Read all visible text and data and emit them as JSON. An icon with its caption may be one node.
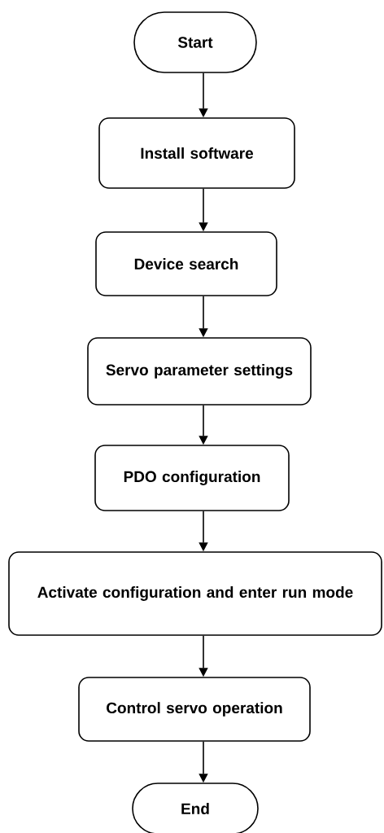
{
  "diagram": {
    "nodes": [
      {
        "text": [
          "Start"
        ]
      },
      {
        "text": [
          "Install software"
        ]
      },
      {
        "text": [
          "Device search"
        ]
      },
      {
        "text": [
          "Servo parameter settings"
        ]
      },
      {
        "text": [
          "PDO configuration"
        ]
      },
      {
        "text": [
          "Activate configuration and enter run mode"
        ]
      },
      {
        "text": [
          "Control servo operation"
        ]
      },
      {
        "text": [
          "End"
        ]
      }
    ],
    "edges": [
      {
        "from": 0,
        "to": 1,
        "arrow": "to"
      },
      {
        "from": 1,
        "to": 2,
        "arrow": "to"
      },
      {
        "from": 2,
        "to": 3,
        "arrow": "to"
      },
      {
        "from": 3,
        "to": 4,
        "arrow": "to"
      },
      {
        "from": 4,
        "to": 5,
        "arrow": "to"
      },
      {
        "from": 5,
        "to": 6,
        "arrow": "to"
      },
      {
        "from": 6,
        "to": 7,
        "arrow": "to"
      }
    ]
  }
}
